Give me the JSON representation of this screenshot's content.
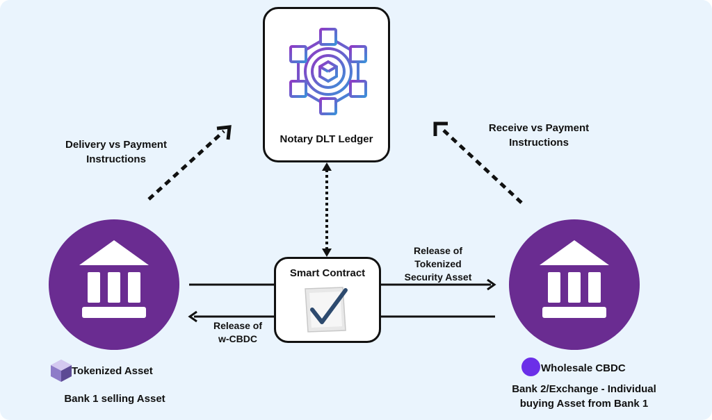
{
  "colors": {
    "background": "#eaf4fd",
    "bank_circle": "#6a2c91",
    "wholesale_cbdc_dot": "#6b2fe8",
    "ledger_icon_start": "#8e3bc4",
    "ledger_icon_end": "#3d8fd8"
  },
  "ledger": {
    "title": "Notary DLT Ledger",
    "icon": "blockchain-network-icon"
  },
  "smart_contract": {
    "title": "Smart Contract",
    "icon": "checkmark-document-icon"
  },
  "left_flow": {
    "line1": "Delivery vs Payment",
    "line2": "Instructions"
  },
  "right_flow": {
    "line1": "Receive vs Payment",
    "line2": "Instructions"
  },
  "release_security": {
    "line1": "Release of",
    "line2": "Tokenized",
    "line3": "Security Asset"
  },
  "release_cbdc": {
    "line1": "Release of",
    "line2": "w-CBDC"
  },
  "bank1": {
    "icon": "bank-building-icon",
    "asset_label": "Tokenized Asset",
    "asset_icon": "cube-icon",
    "caption": "Bank 1 selling Asset"
  },
  "bank2": {
    "icon": "bank-building-icon",
    "asset_label": "Wholesale CBDC",
    "asset_icon": "coin-dot-icon",
    "caption_line1": "Bank 2/Exchange - Individual",
    "caption_line2": "buying Asset from Bank 1"
  }
}
